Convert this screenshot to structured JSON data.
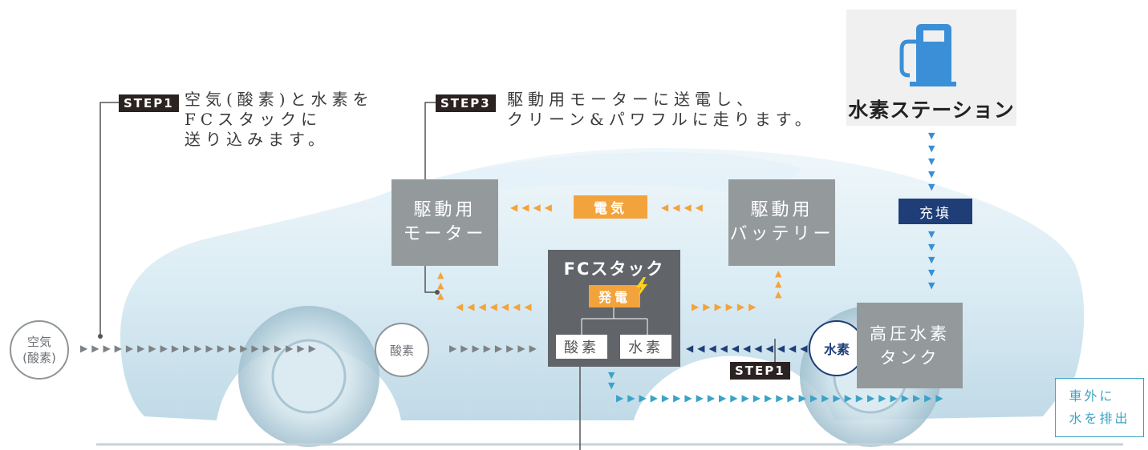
{
  "station": {
    "icon": "fuel-pump-icon",
    "label": "水素ステーション",
    "color": "#3a8fd6"
  },
  "step1_top": {
    "badge": "STEP1",
    "text": "空気(酸素)と水素を\nFCスタックに\n送り込みます。"
  },
  "step3": {
    "badge": "STEP3",
    "text": "駆動用モーターに送電し、\nクリーン&パワフルに走ります。"
  },
  "step1_bottom": {
    "badge": "STEP1"
  },
  "motor": {
    "label": "駆動用\nモーター"
  },
  "battery": {
    "label": "駆動用\nバッテリー"
  },
  "electricity": {
    "label": "電気"
  },
  "fc_stack": {
    "title": "FCスタック",
    "generation": "発電",
    "oxygen_cell": "酸素",
    "hydrogen_cell": "水素"
  },
  "tank": {
    "label": "高圧水素\nタンク"
  },
  "fill": {
    "label": "充填"
  },
  "air_circle": {
    "label": "空気\n(酸素)"
  },
  "oxygen_circle": {
    "label": "酸素"
  },
  "hydrogen_circle": {
    "label": "水素"
  },
  "exhaust": {
    "label": "車外に\n水を排出"
  },
  "colors": {
    "gray_box": "#949a9c",
    "fc_box": "#616569",
    "orange": "#f3a33b",
    "blue": "#3a8fd6",
    "navy": "#1f3e78",
    "teal": "#3aa3c6",
    "arrow_gray": "#7d8285",
    "step_badge": "#2b2222"
  }
}
